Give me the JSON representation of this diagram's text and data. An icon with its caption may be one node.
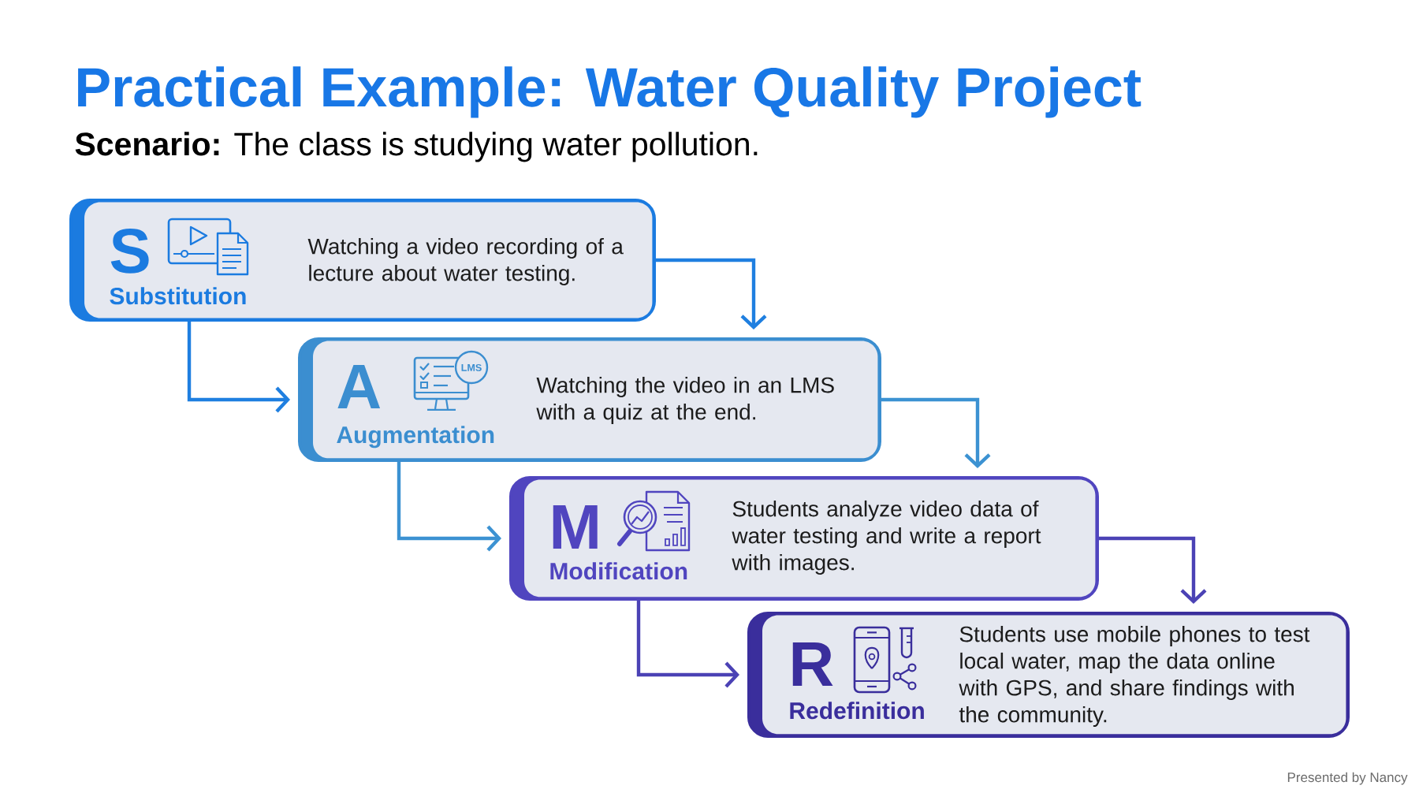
{
  "diagram": {
    "title": "Practical Example: Water Quality Project",
    "nodes": [
      {
        "text": [
          "S",
          "Substitution",
          "Watching a video recording of a lecture about water testing."
        ]
      },
      {
        "text": [
          "A",
          "Augmentation",
          "Watching the video in an LMS with a quiz at the end."
        ]
      },
      {
        "text": [
          "M",
          "Modification",
          "Students analyze video data of water testing and write a report with images."
        ]
      },
      {
        "text": [
          "R",
          "Redefinition",
          "Students use mobile phones to test local water, map the data online with GPS, and share findings with the community."
        ]
      }
    ],
    "edges": [
      {
        "from": 0,
        "to": 1,
        "arrow": "to",
        "color": "#1f7fe0"
      },
      {
        "from": 0,
        "to": 1,
        "arrow": "to",
        "color": "#1f7fe0"
      },
      {
        "from": 1,
        "to": 2,
        "arrow": "to",
        "color": "#3c92d2"
      },
      {
        "from": 1,
        "to": 2,
        "arrow": "to",
        "color": "#3c92d2"
      },
      {
        "from": 2,
        "to": 3,
        "arrow": "to",
        "color": "#4b42b5"
      },
      {
        "from": 2,
        "to": 3,
        "arrow": "to",
        "color": "#4b42b5"
      }
    ],
    "labels": [
      "**Scenario:** The class is studying water pollution.",
      "LMS",
      "Presented by Nancy"
    ]
  }
}
